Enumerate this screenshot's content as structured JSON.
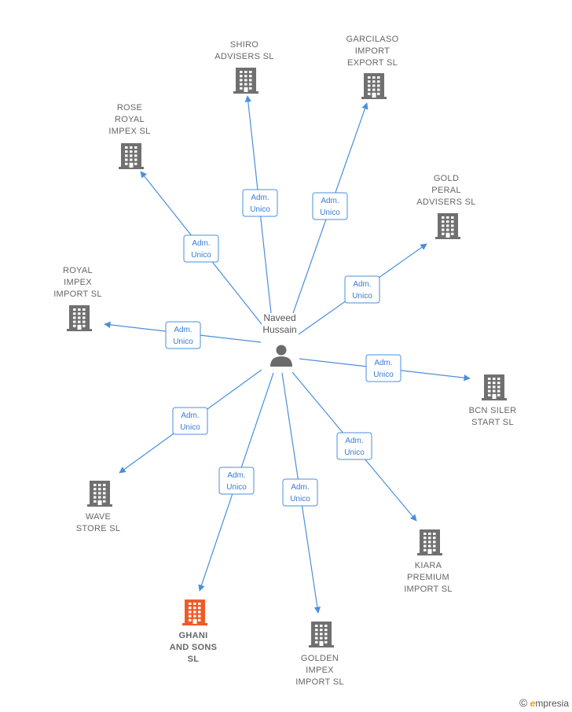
{
  "colors": {
    "edge": "#4a8fdc",
    "building": "#707070",
    "building_highlight": "#f05a28",
    "person": "#6b6b6b"
  },
  "center": {
    "name_lines": [
      "Naveed",
      "Hussain"
    ],
    "icon": "person-icon"
  },
  "edge_label_lines": [
    "Adm.",
    "Unico"
  ],
  "nodes": [
    {
      "id": "shiro",
      "lines": [
        "SHIRO",
        "ADVISERS  SL"
      ],
      "icon": "building-icon",
      "highlight": false
    },
    {
      "id": "garcilaso",
      "lines": [
        "GARCILASO",
        "IMPORT",
        "EXPORT  SL"
      ],
      "icon": "building-icon",
      "highlight": false
    },
    {
      "id": "rose",
      "lines": [
        "ROSE",
        "ROYAL",
        "IMPEX  SL"
      ],
      "icon": "building-icon",
      "highlight": false
    },
    {
      "id": "gold",
      "lines": [
        "GOLD",
        "PERAL",
        "ADVISERS  SL"
      ],
      "icon": "building-icon",
      "highlight": false
    },
    {
      "id": "royal",
      "lines": [
        "ROYAL",
        "IMPEX",
        "IMPORT  SL"
      ],
      "icon": "building-icon",
      "highlight": false
    },
    {
      "id": "bcn",
      "lines": [
        "BCN SILER",
        "START  SL"
      ],
      "icon": "building-icon",
      "highlight": false
    },
    {
      "id": "wave",
      "lines": [
        "WAVE",
        "STORE  SL"
      ],
      "icon": "building-icon",
      "highlight": false
    },
    {
      "id": "kiara",
      "lines": [
        "KIARA",
        "PREMIUM",
        "IMPORT  SL"
      ],
      "icon": "building-icon",
      "highlight": false
    },
    {
      "id": "ghani",
      "lines": [
        "GHANI",
        "AND SONS",
        "SL"
      ],
      "icon": "building-icon",
      "highlight": true
    },
    {
      "id": "golden",
      "lines": [
        "GOLDEN",
        "IMPEX",
        "IMPORT  SL"
      ],
      "icon": "building-icon",
      "highlight": false
    }
  ],
  "footer": {
    "copyright": "©",
    "brand_initial": "e",
    "brand_rest": "mpresia"
  }
}
